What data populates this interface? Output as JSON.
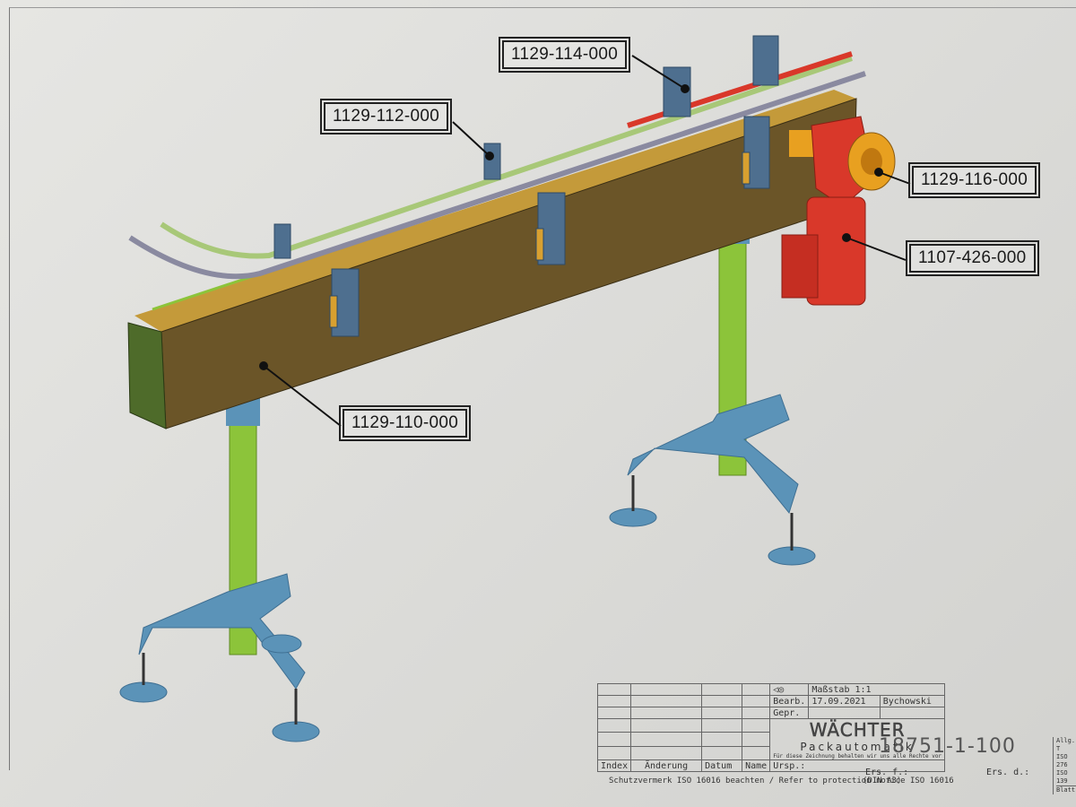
{
  "drawing": {
    "subject": "Conveyor assembly (isometric view)",
    "callouts": [
      {
        "id": "c1",
        "label": "1129-114-000",
        "target": "guide rail holder"
      },
      {
        "id": "c2",
        "label": "1129-112-000",
        "target": "rail clamp"
      },
      {
        "id": "c3",
        "label": "1129-116-000",
        "target": "drive coupling"
      },
      {
        "id": "c4",
        "label": "1107-426-000",
        "target": "gear motor"
      },
      {
        "id": "c5",
        "label": "1129-110-000",
        "target": "conveyor frame"
      }
    ],
    "colors": {
      "frame": "#5a4a2a",
      "frame_top": "#c49a3a",
      "legs": "#8cc43a",
      "feet": "#5b93b8",
      "motor": "#d9382a",
      "coupling": "#e8a020",
      "guide_rail_red": "#d9382a",
      "guide_rail_green": "#a8c878",
      "guide_rail_grey": "#8a8aa0",
      "clamp": "#4e6f8f",
      "clamp_pad": "#d8a030"
    }
  },
  "title_block": {
    "scale_label": "Maßstab 1:1",
    "edited_label": "Bearb.",
    "edited_date": "17.09.2021",
    "edited_by": "Bychowski",
    "checked_label": "Gepr.",
    "company": "WÄCHTER",
    "company_sub": "Packautomatik",
    "rights_notice": "Für diese Zeichnung behalten wir uns alle Rechte vor",
    "columns": [
      "Index",
      "Änderung",
      "Datum",
      "Name"
    ],
    "origin_label": "Ursp.:",
    "drawing_number": "18751-1-100",
    "replaces_label": "Ers. f.:",
    "replaced_by_label": "Ers. d.:",
    "protection_notice": "Schutzvermerk ISO 16016 beachten / Refer to protection notice ISO 16016",
    "format": "(DIN A3)",
    "general_tolerances": [
      "Allg. T",
      "ISO 276",
      "ISO 139"
    ],
    "sheet_label": "Blatt"
  }
}
